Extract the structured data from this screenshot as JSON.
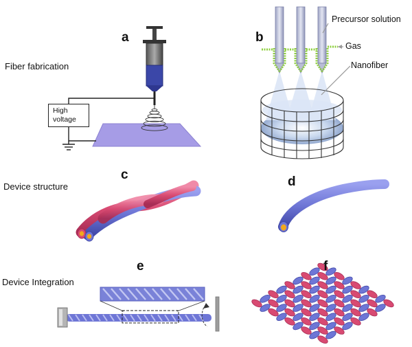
{
  "sections": {
    "fabrication": "Fiber fabrication",
    "structure": "Device structure",
    "integration": "Device Integration"
  },
  "panels": {
    "a": "a",
    "b": "b",
    "c": "c",
    "d": "d",
    "e": "e",
    "f": "f"
  },
  "panel_a": {
    "box_line1": "High",
    "box_line2": "voltage"
  },
  "panel_b": {
    "precursor": "Precursor solution",
    "gas": "Gas",
    "nanofiber": "Nanofiber"
  },
  "colors": {
    "blue": "#6e76d6",
    "pink": "#d84a72",
    "gold": "#f2a81d",
    "plate": "#a69ce6"
  }
}
